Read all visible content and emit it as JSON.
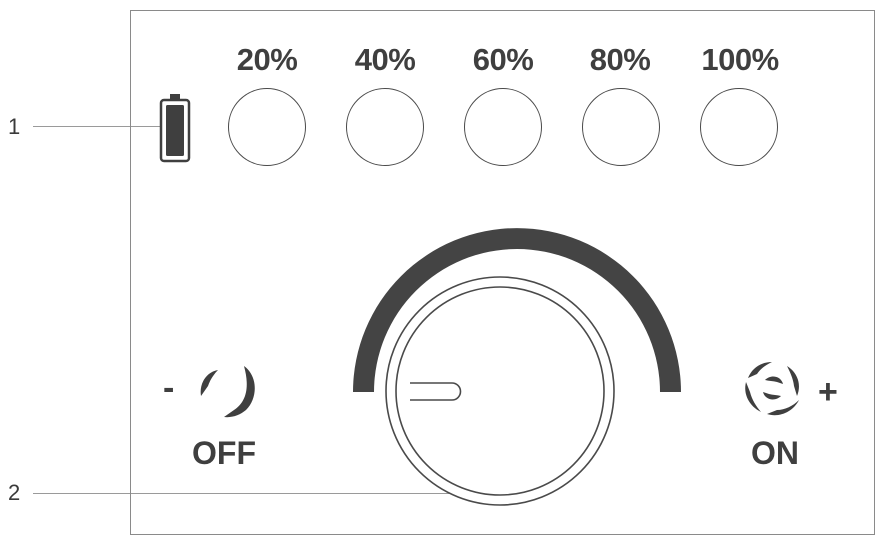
{
  "callouts": [
    {
      "number": "1"
    },
    {
      "number": "2"
    }
  ],
  "levels": [
    {
      "label": "20%"
    },
    {
      "label": "40%"
    },
    {
      "label": "60%"
    },
    {
      "label": "80%"
    },
    {
      "label": "100%"
    }
  ],
  "switch": {
    "off_label": "OFF",
    "on_label": "ON",
    "minus_symbol": "-",
    "plus_symbol": "+"
  },
  "colors": {
    "ink": "#3f3f3f",
    "arc": "#444444",
    "outline": "#4a4a4a"
  },
  "icons": {
    "battery": "battery-icon",
    "fan_off": "fan-off-icon",
    "fan_on": "fan-on-icon"
  }
}
